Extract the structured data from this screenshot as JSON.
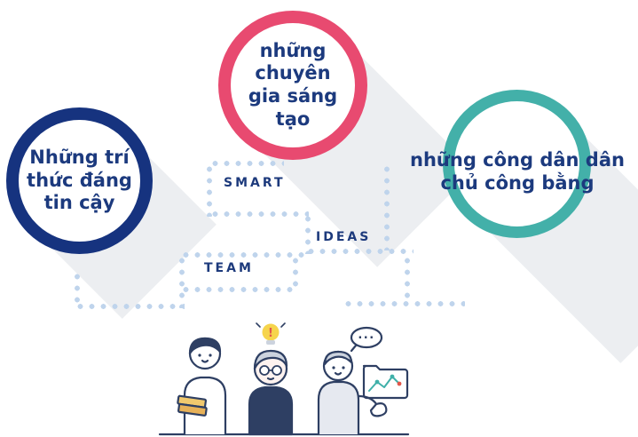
{
  "palette": {
    "navy": "#16337f",
    "text_navy": "#1c3a7e",
    "pink": "#e84a70",
    "teal": "#43b0a9",
    "dot_blue": "#bfd4ec",
    "shadow_gray": "#eceef1",
    "bulb_yellow": "#f6d44c",
    "accent_red": "#e2574b"
  },
  "diagram": {
    "circles": [
      {
        "id": "trusted-intellectuals",
        "ring_color": "#16337f",
        "lines": [
          "Những trí",
          "thức đáng",
          "tin cậy"
        ]
      },
      {
        "id": "creative-experts",
        "ring_color": "#e84a70",
        "lines": [
          "những chuyên",
          "gia sáng tạo"
        ]
      },
      {
        "id": "fair-democratic-citizens",
        "ring_color": "#43b0a9",
        "lines": [
          "những công dân dân",
          "chủ công bằng"
        ]
      }
    ],
    "keywords": [
      {
        "id": "smart",
        "label": "SMART"
      },
      {
        "id": "ideas",
        "label": "IDEAS"
      },
      {
        "id": "team",
        "label": "TEAM"
      }
    ],
    "illustration": {
      "bulb_mark": "!",
      "speech_dots": "..."
    }
  }
}
